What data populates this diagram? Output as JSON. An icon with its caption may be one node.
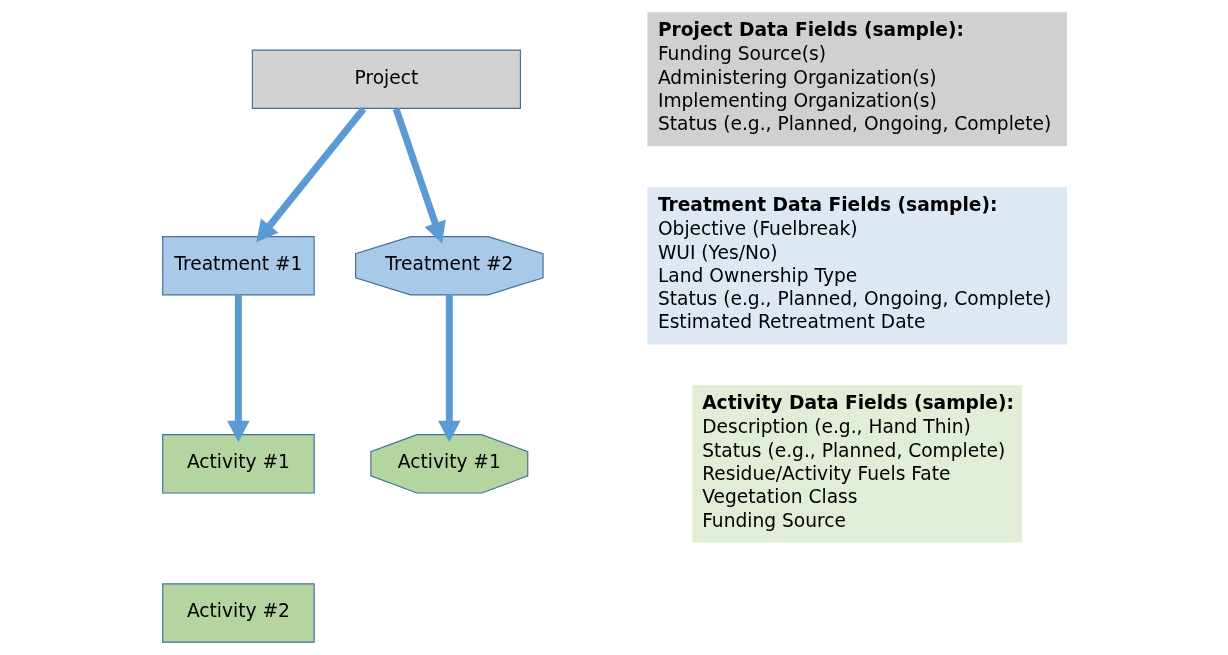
{
  "diagram": {
    "nodes": [
      {
        "text": [
          "Project"
        ]
      },
      {
        "text": [
          "Treatment #1"
        ]
      },
      {
        "text": [
          "Treatment #2"
        ]
      },
      {
        "text": [
          "Activity #1"
        ]
      },
      {
        "text": [
          "Activity #1"
        ]
      },
      {
        "text": [
          "Activity #2"
        ]
      },
      {
        "text": [
          "Project Data Fields (sample):",
          "Funding Source(s)",
          "Administering Organization(s)",
          "Implementing Organization(s)",
          "Status (e.g., Planned, Ongoing, Complete)"
        ]
      },
      {
        "text": [
          "Treatment Data Fields (sample):",
          "Objective (Fuelbreak)",
          "WUI (Yes/No)",
          "Land Ownership Type",
          "Status (e.g., Planned, Ongoing, Complete)",
          "Estimated Retreatment Date"
        ]
      },
      {
        "text": [
          "Activity Data Fields (sample):",
          "Description (e.g., Hand Thin)",
          "Status (e.g., Planned, Complete)",
          "Residue/Activity Fuels Fate",
          "Vegetation Class",
          "Funding Source"
        ]
      }
    ],
    "edges": [
      {
        "from": 0,
        "to": 1,
        "arrow": "to"
      },
      {
        "from": 0,
        "to": 2,
        "arrow": "to"
      },
      {
        "from": 1,
        "to": 3,
        "arrow": "to"
      },
      {
        "from": 2,
        "to": 4,
        "arrow": "to"
      }
    ]
  }
}
